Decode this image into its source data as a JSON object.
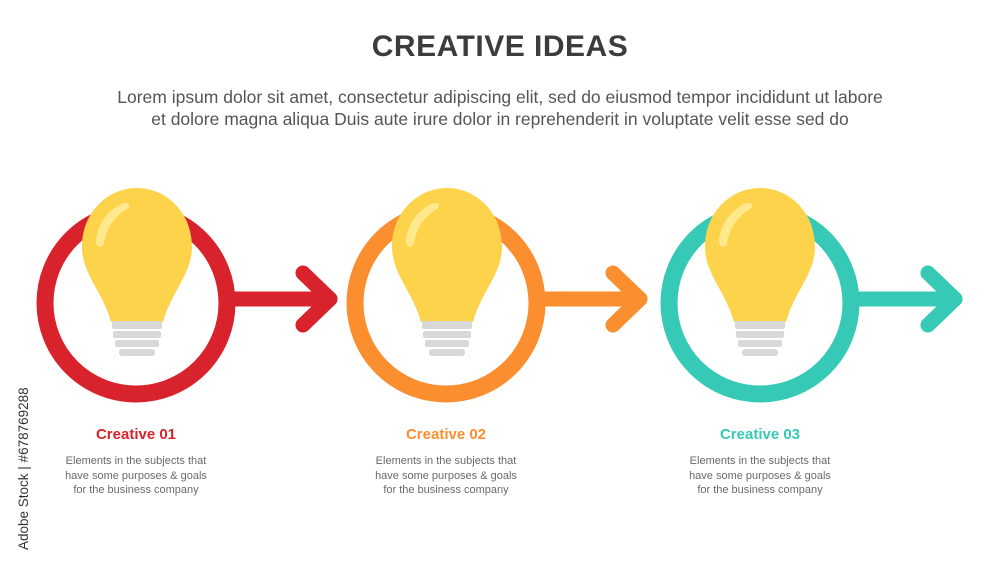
{
  "title": "CREATIVE IDEAS",
  "subtitle": {
    "line1": "Lorem ipsum dolor sit amet, consectetur adipiscing elit, sed do eiusmod tempor incididunt ut labore",
    "line2": "et dolore magna aliqua Duis aute irure dolor in reprehenderit in voluptate velit esse sed do"
  },
  "steps": [
    {
      "label": "Creative 01",
      "color": "#d9232c",
      "desc": [
        "Elements in the subjects that",
        "have  some purposes & goals",
        "for the  business company"
      ]
    },
    {
      "label": "Creative 02",
      "color": "#fb8f2f",
      "desc": [
        "Elements in the subjects that",
        "have  some purposes & goals",
        "for the  business company"
      ]
    },
    {
      "label": "Creative 03",
      "color": "#36c9b5",
      "desc": [
        "Elements in the subjects that",
        "have  some purposes & goals",
        "for the  business company"
      ]
    }
  ],
  "bulb": {
    "color": "#fdd34b",
    "highlight": "#ffe98c",
    "base": "#d8d8d8"
  },
  "watermark": "Adobe Stock | #678769288"
}
